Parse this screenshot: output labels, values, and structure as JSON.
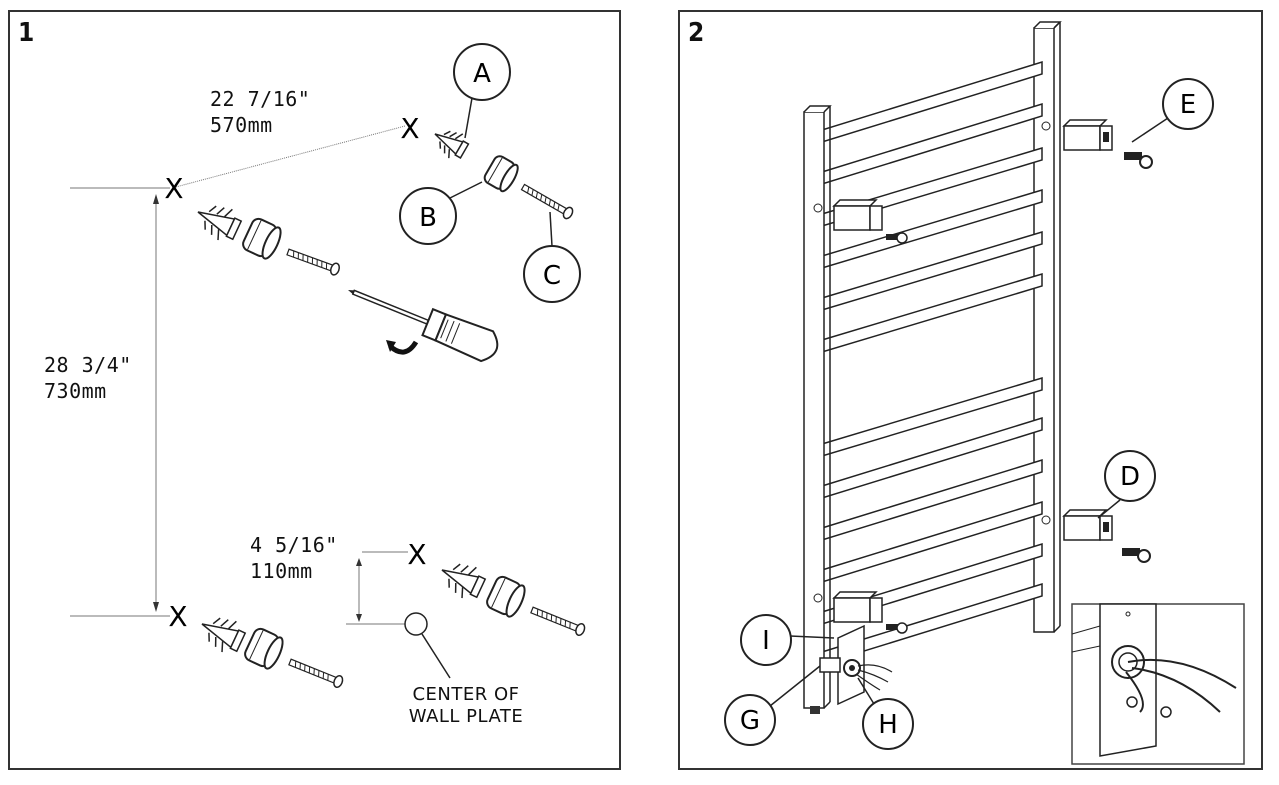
{
  "panel1": {
    "step": "1",
    "dim_horizontal": {
      "imperial": "22 7/16\"",
      "metric": "570mm"
    },
    "dim_vertical": {
      "imperial": "28 3/4\"",
      "metric": "730mm"
    },
    "dim_offset": {
      "imperial": "4 5/16\"",
      "metric": "110mm"
    },
    "mark": "X",
    "labels": {
      "a": "A",
      "b": "B",
      "c": "C"
    },
    "note_line1": "CENTER OF",
    "note_line2": "WALL PLATE"
  },
  "panel2": {
    "step": "2",
    "labels": {
      "e": "E",
      "d": "D",
      "i": "I",
      "g": "G",
      "h": "H"
    }
  }
}
